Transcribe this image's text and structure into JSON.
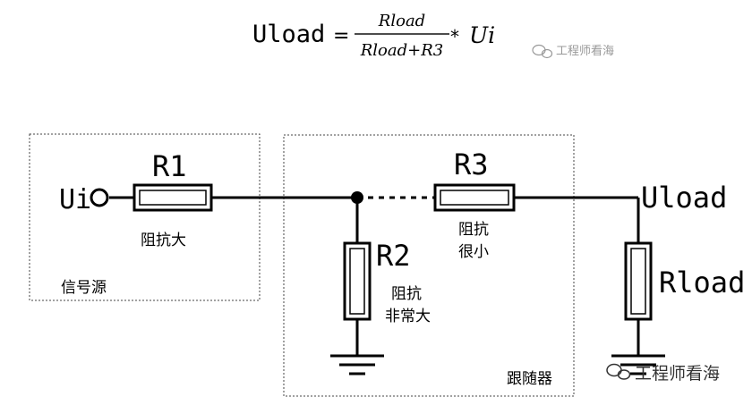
{
  "formula": {
    "lhs": "Uload",
    "equals": "=",
    "numerator": "Rload",
    "denominator": "Rload+R3",
    "times": "*",
    "rhs": "Ui"
  },
  "watermark_top": "工程师看海",
  "watermark_bottom": "工程师看海",
  "circuit": {
    "source_box_label": "信号源",
    "follower_box_label": "跟随器",
    "input_label": "Ui",
    "output_label": "Uload",
    "r1": {
      "name": "R1",
      "note": "阻抗大"
    },
    "r2": {
      "name": "R2",
      "note_line1": "阻抗",
      "note_line2": "非常大"
    },
    "r3": {
      "name": "R3",
      "note_line1": "阻抗",
      "note_line2": "很小"
    },
    "rload": {
      "name": "Rload"
    }
  }
}
